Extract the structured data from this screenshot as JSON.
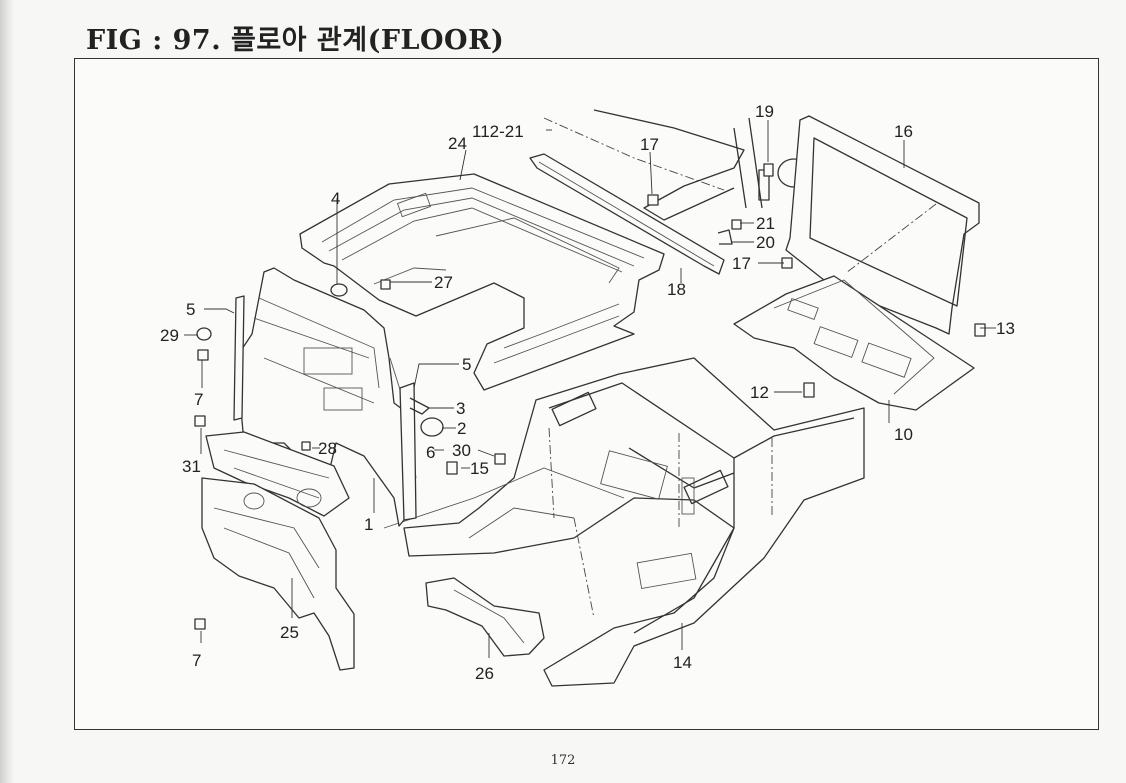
{
  "title": "FIG : 97. 플로아 관계(FLOOR)",
  "page_number": "172",
  "callouts": {
    "c24": "24",
    "c112": "112-21",
    "c17a": "17",
    "c19": "19",
    "c16": "16",
    "c4": "4",
    "c27": "27",
    "c21": "21",
    "c20": "20",
    "c17b": "17",
    "c18": "18",
    "c5a": "5",
    "c29": "29",
    "c13": "13",
    "c7a": "7",
    "c5b": "5",
    "c3": "3",
    "c2": "2",
    "c12": "12",
    "c31": "31",
    "c28": "28",
    "c6": "6",
    "c30": "30",
    "c15": "15",
    "c10": "10",
    "c1": "1",
    "c25": "25",
    "c7b": "7",
    "c26": "26",
    "c14": "14"
  }
}
